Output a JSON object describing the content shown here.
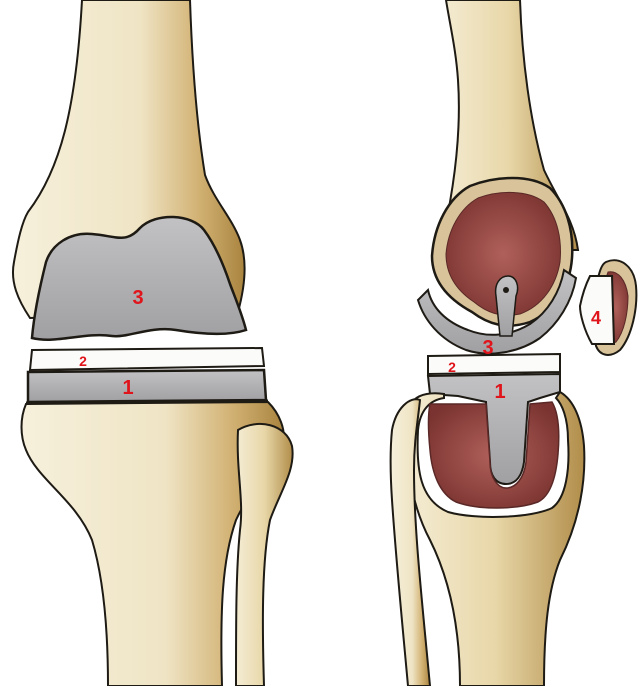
{
  "labels": {
    "front_tibial_tray": "1",
    "front_insert": "2",
    "front_femoral": "3",
    "side_tibial_tray": "1",
    "side_insert": "2",
    "side_femoral": "3",
    "side_patella": "4"
  },
  "colors": {
    "bone_light": "#f2ebd3",
    "bone_shade": "#c9a969",
    "bone_dark": "#9c7a3c",
    "outline": "#1e1a14",
    "implant_metal": "#aeaeb0",
    "implant_metal_dark": "#7a7a7e",
    "insert_plastic": "#fbfbf9",
    "cut_bone": "#9b4a45",
    "cut_bone_dark": "#6e2a28",
    "label_red": "#e0141b"
  }
}
